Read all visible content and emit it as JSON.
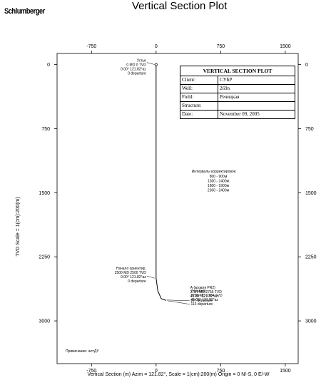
{
  "header": {
    "logo_text": "Schlumberger",
    "title": "Vertical Section Plot"
  },
  "info_box": {
    "title": "VERTICAL SECTION PLOT",
    "rows": [
      {
        "key": "Client:",
        "value": "СУБР"
      },
      {
        "key": "Well:",
        "value": "269n"
      },
      {
        "key": "Field:",
        "value": "Речицкая"
      },
      {
        "key": "Structure:",
        "value": ""
      },
      {
        "key": "Date:",
        "value": "November 09, 2005"
      }
    ]
  },
  "chart_data": {
    "type": "line",
    "title": "Vertical Section Plot",
    "xlabel": "Vertical Section (m) Azim = 121.82°, Scale = 1(cm):200(m)  Origin = 0 N/-S, 0 E/-W",
    "ylabel": "TVD Scale = 1(cm):200(m)",
    "x_ticks": [
      -750,
      0,
      750,
      1500
    ],
    "y_ticks": [
      0,
      750,
      1500,
      2250,
      3000
    ],
    "xlim": [
      -1150,
      1650
    ],
    "ylim": [
      3500,
      -130
    ],
    "y_inverted": true,
    "grid": false,
    "series": [
      {
        "x": [
          0,
          0,
          20,
          60,
          107,
          113
        ],
        "y": [
          0,
          2500,
          2650,
          2740,
          2756,
          2764
        ]
      }
    ],
    "annotations": [
      {
        "x": 0,
        "y": 0,
        "lines": [
          "Устье",
          "0 MD  0 TVD",
          "0.00°  121.82°az",
          "0 departure"
        ],
        "side": "left"
      },
      {
        "x": 0,
        "y": 2500,
        "lines": [
          "Начало ориентир.",
          "2500 MD  2500 TVD",
          "0.00°  121.82°az",
          "0 departure"
        ],
        "side": "left"
      },
      {
        "x": 107,
        "y": 2756,
        "lines": [
          "А (кровля PR2)",
          "2787 MD  2756 TVD",
          "45.00°  121.82°az",
          "107 departure"
        ],
        "side": "right"
      },
      {
        "x": 113,
        "y": 2764,
        "lines": [
          "Z (забой)",
          "2795 MD  2764 TVD",
          "45.00°  121.82°az",
          "113 departure"
        ],
        "side": "right"
      }
    ],
    "correction_intervals": {
      "title": "Интервалы корректировок:",
      "items": [
        "800 - 900м",
        "1300 - 1400м",
        "1800 - 1900м",
        "2300 - 2400м"
      ]
    },
    "note": "Примечание: az=ДУ"
  }
}
